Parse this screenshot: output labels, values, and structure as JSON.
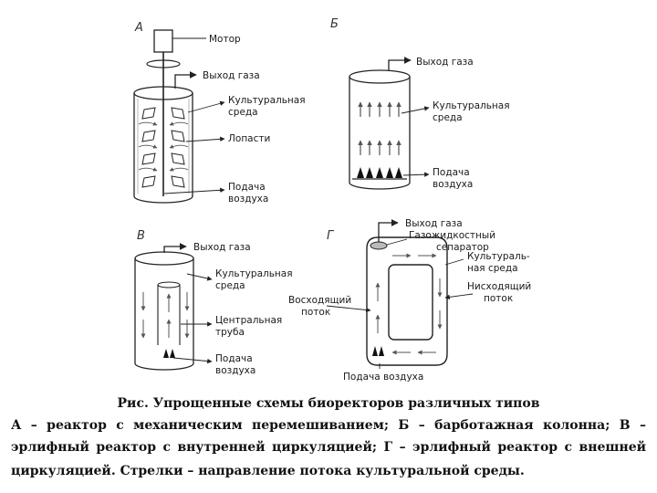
{
  "panels": {
    "a": {
      "letter": "А",
      "labels": {
        "motor": "Мотор",
        "gas_out": "Выход газа",
        "culture_medium": [
          "Культуральная",
          "среда"
        ],
        "blades": "Лопасти",
        "air_in": [
          "Подача",
          "воздуха"
        ]
      }
    },
    "b": {
      "letter": "Б",
      "labels": {
        "gas_out": "Выход газа",
        "culture_medium": [
          "Культуральная",
          "среда"
        ],
        "air_in": [
          "Подача",
          "воздуха"
        ]
      }
    },
    "v": {
      "letter": "В",
      "labels": {
        "gas_out": "Выход газа",
        "culture_medium": [
          "Культуральная",
          "среда"
        ],
        "central_tube": [
          "Центральная",
          "труба"
        ],
        "air_in": [
          "Подача",
          "воздуха"
        ]
      }
    },
    "g": {
      "letter": "Г",
      "labels": {
        "gas_out": "Выход газа",
        "separator": [
          "Газожидкостный",
          "сепаратор"
        ],
        "culture_medium": [
          "Культураль-",
          "ная среда"
        ],
        "riser": [
          "Восходящий",
          "поток"
        ],
        "downcomer": [
          "Нисходящий",
          "поток"
        ],
        "air_in": "Подача воздуха"
      }
    }
  },
  "caption": {
    "title": "Рис. Упрощенные схемы биоректоров различных типов",
    "line1": "А – реактор с механическим перемешиванием; Б – барботажная колонна; В –",
    "line2": "эрлифный реактор с внутренней циркуляцией; Г – эрлифный реактор с внешней",
    "line3": "циркуляцией. Стрелки – направление потока культуральной среды."
  }
}
